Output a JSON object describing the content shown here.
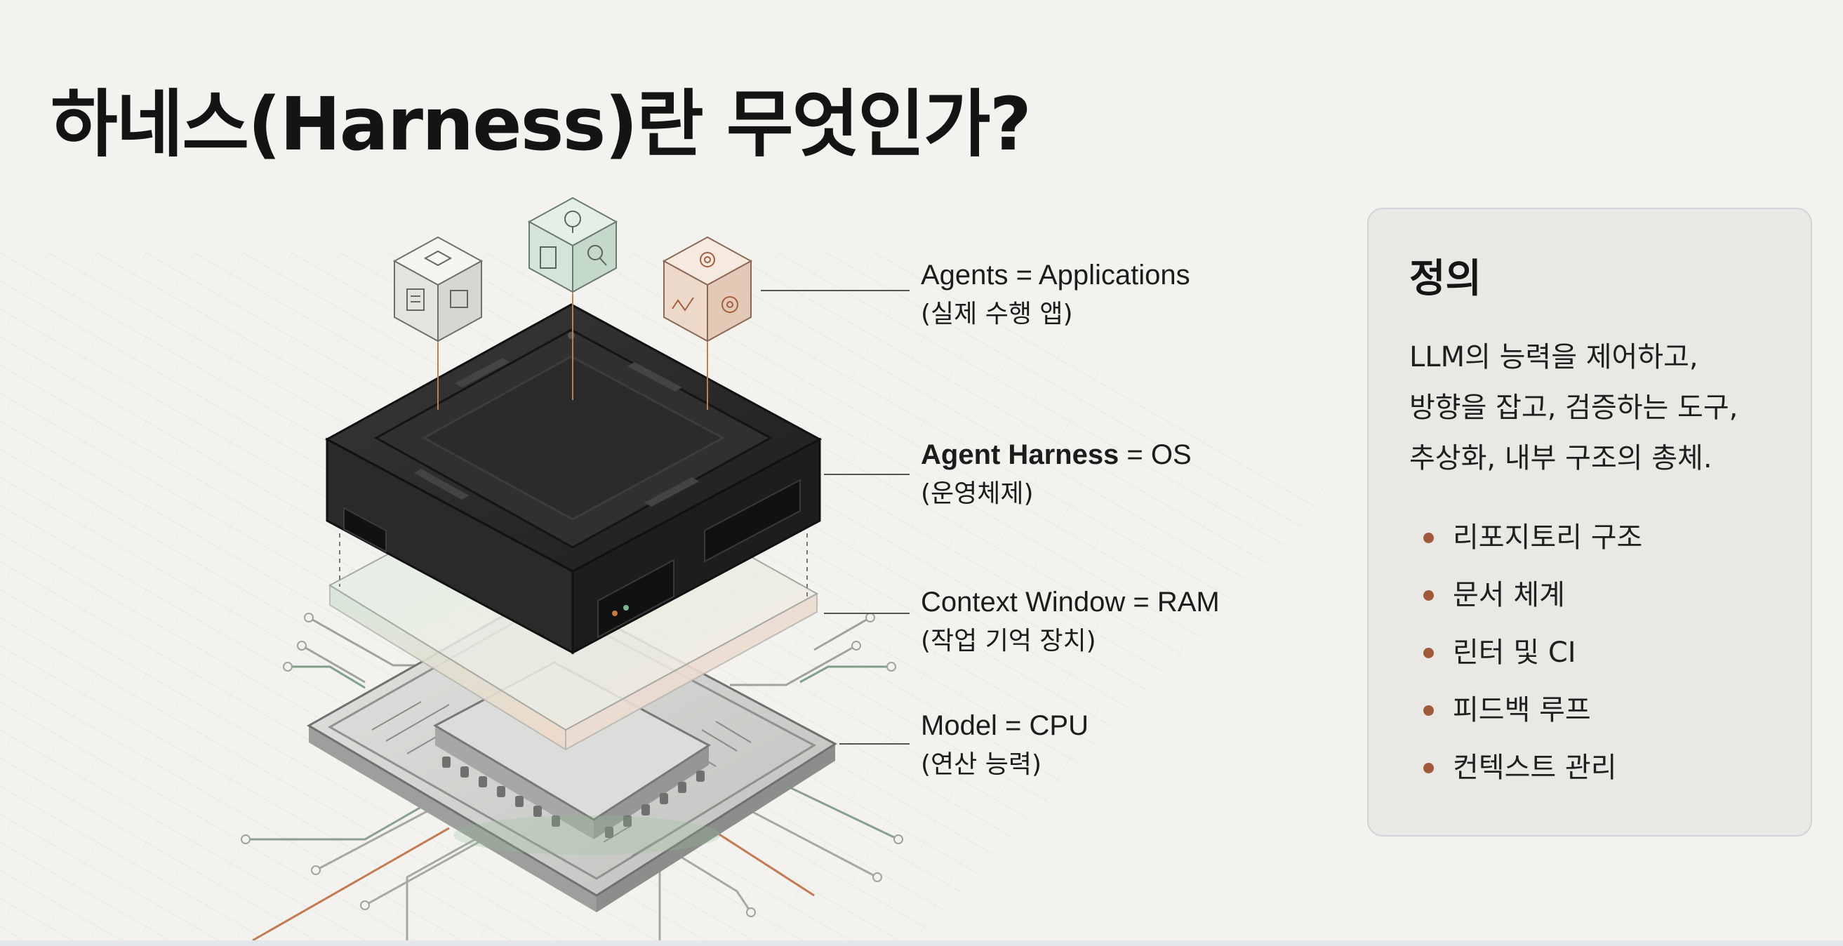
{
  "title": "하네스(Harness)란 무엇인가?",
  "layers": [
    {
      "name": "agents",
      "line1": "Agents = Applications",
      "line2": "(실제 수행 앱)"
    },
    {
      "name": "harness",
      "line1_bold": "Agent Harness",
      "line1_rest": " = OS",
      "line2": "(운영체제)"
    },
    {
      "name": "context",
      "line1": "Context Window = RAM",
      "line2": "(작업 기억 장치)"
    },
    {
      "name": "model",
      "line1": "Model = CPU",
      "line2": "(연산 능력)"
    }
  ],
  "definition": {
    "heading": "정의",
    "body_lines": [
      "LLM의 능력을 제어하고,",
      "방향을 잡고, 검증하는 도구,",
      "추상화, 내부 구조의 총체."
    ],
    "items": [
      "리포지토리 구조",
      "문서 체계",
      "린터 및 CI",
      "피드백 루프",
      "컨텍스트 관리"
    ]
  },
  "icons": {
    "agent_cubes": [
      "document-icon",
      "search-icon",
      "gear-icon"
    ]
  },
  "colors": {
    "accent": "#b8724e",
    "harness": "#1e1e1e",
    "context_glass_top": "#dcebe2",
    "context_glass_bottom": "#f0dccd",
    "chip": "#c8c9c6",
    "cube_left": "#ecebe7",
    "cube_middle": "#dfe9e2",
    "cube_right": "#f2e3d8"
  }
}
